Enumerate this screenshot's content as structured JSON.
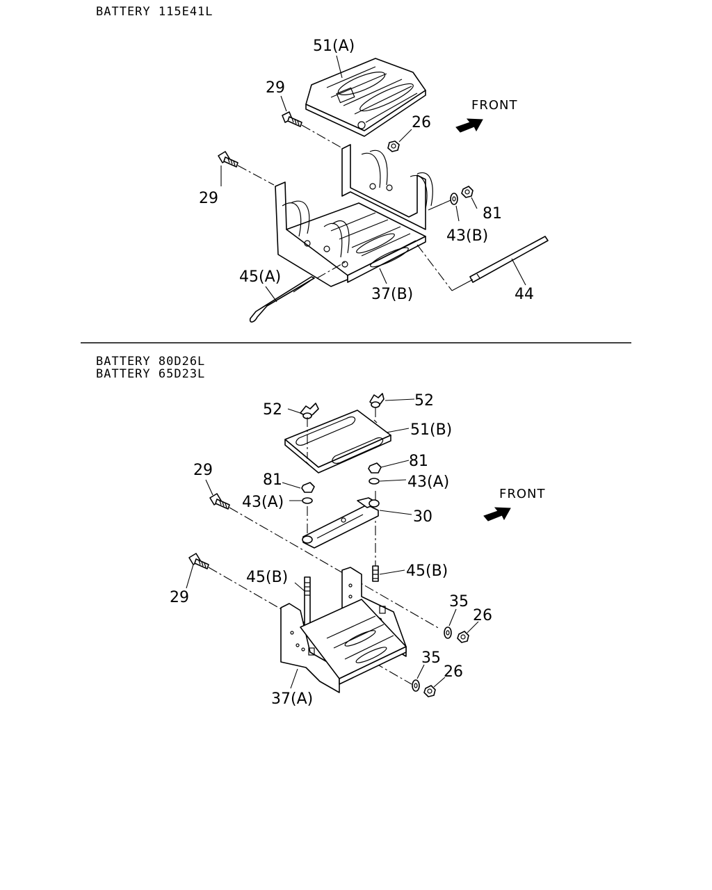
{
  "sections": [
    {
      "headers": [
        "BATTERY 115E41L"
      ],
      "front_label": "FRONT",
      "callouts": [
        "51(A)",
        "29",
        "26",
        "29",
        "43(B)",
        "81",
        "45(A)",
        "37(B)",
        "44"
      ]
    },
    {
      "headers": [
        "BATTERY 80D26L",
        "BATTERY 65D23L"
      ],
      "front_label": "FRONT",
      "callouts": [
        "52",
        "52",
        "51(B)",
        "81",
        "29",
        "81",
        "43(A)",
        "43(A)",
        "30",
        "29",
        "45(B)",
        "45(B)",
        "35",
        "26",
        "35",
        "26",
        "37(A)"
      ]
    }
  ],
  "icons": [
    "front-arrow-icon",
    "front-arrow-icon"
  ]
}
